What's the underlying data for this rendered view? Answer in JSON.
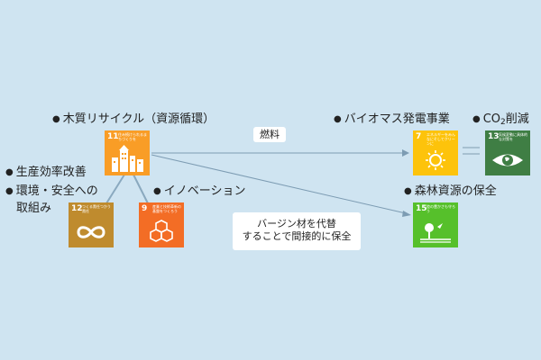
{
  "labels": {
    "wood_recycle": "木質リサイクル（資源循環）",
    "production_improve": "生産効率改善",
    "environment_safety_line1": "環境・安全への",
    "environment_safety_line2": "取組み",
    "innovation": "イノベーション",
    "biomass": "バイオマス発電事業",
    "co2": "CO",
    "co2_sub": "2",
    "co2_suffix": "削減",
    "forest": "森林資源の保全"
  },
  "callouts": {
    "fuel": "燃料",
    "virgin_line1": "バージン材を代替",
    "virgin_line2": "することで間接的に保全"
  },
  "sdg_icons": [
    {
      "number": "11",
      "caption": "住み続けられるまちづくりを",
      "color": "#f99d26",
      "icon": "city-icon"
    },
    {
      "number": "12",
      "caption": "つくる責任つかう責任",
      "color": "#bf8b2e",
      "icon": "infinity-icon"
    },
    {
      "number": "9",
      "caption": "産業と技術革新の基盤をつくろう",
      "color": "#f36d25",
      "icon": "cubes-icon"
    },
    {
      "number": "7",
      "caption": "エネルギーをみんなにそしてクリーンに",
      "color": "#fdc30b",
      "icon": "sun-icon"
    },
    {
      "number": "13",
      "caption": "気候変動に具体的な対策を",
      "color": "#3f7e44",
      "icon": "eye-globe-icon"
    },
    {
      "number": "15",
      "caption": "陸の豊かさも守ろう",
      "color": "#56c02b",
      "icon": "tree-icon"
    }
  ],
  "colors": {
    "background": "#cfe4f1",
    "connector": "#7d9cb3",
    "tree_connector": "#8aa9bf"
  }
}
